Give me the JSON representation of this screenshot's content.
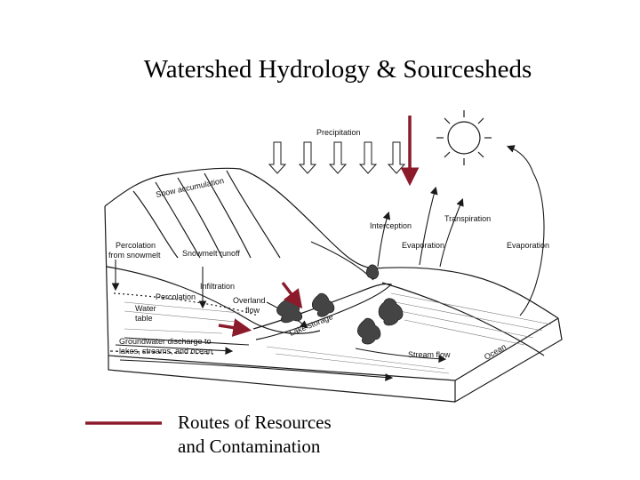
{
  "title": "Watershed Hydrology & Sourcesheds",
  "diagram": {
    "labels": {
      "precipitation": "Precipitation",
      "snow_accumulation": "Snow accumulation",
      "transpiration": "Transpiration",
      "interception": "Interception",
      "evaporation_center": "Evaporation",
      "evaporation_right": "Evaporation",
      "percolation_snowmelt_1": "Percolation",
      "percolation_snowmelt_2": "from snowmelt",
      "snowmelt_runoff": "Snowmelt runoff",
      "infiltration": "Infiltration",
      "percolation": "Percolation",
      "overland_flow_1": "Overland",
      "overland_flow_2": "flow",
      "water_table_1": "Water",
      "water_table_2": "table",
      "lake_storage": "Lake storage",
      "groundwater_1": "Groundwater discharge to",
      "groundwater_2": "lakes, streams, and ocean",
      "stream_flow": "Stream flow",
      "ocean": "Ocean"
    },
    "colors": {
      "route_arrow": "#8b1a2b",
      "ink": "#1a1a1a"
    },
    "icons": [
      "sun-icon",
      "tree-icon"
    ]
  },
  "legend": {
    "line1": "Routes of Resources",
    "line2": "and Contamination"
  }
}
